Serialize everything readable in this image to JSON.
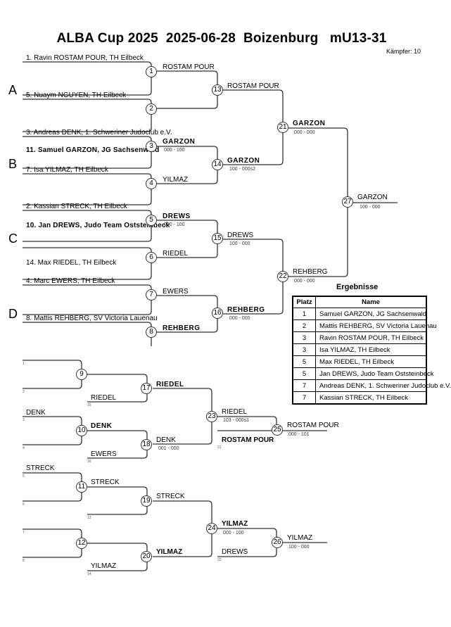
{
  "header": {
    "title": "ALBA Cup 2025  2025-06-28  Boizenburg   mU13-31",
    "kaempfer": "Kämpfer: 10"
  },
  "pools": [
    "A",
    "B",
    "C",
    "D"
  ],
  "entrants": [
    "1. Ravin ROSTAM POUR, TH Eilbeck",
    "5. Nuaym NGUYEN, TH Eilbeck",
    "3. Andreas DENK, 1. Schweriner Judoclub e.V.",
    "11. Samuel GARZON, JG Sachsenwald",
    "7. Isa YILMAZ, TH Eilbeck",
    "2. Kassian STRECK, TH Eilbeck",
    "10. Jan DREWS, Judo Team Oststeinbeck",
    "14. Max RIEDEL, TH Eilbeck",
    "4. Marc EWERS, TH Eilbeck",
    "8. Mattis REHBERG, SV Victoria Lauenau"
  ],
  "main_bracket": {
    "fights": [
      "1",
      "2",
      "3",
      "4",
      "5",
      "6",
      "7",
      "8",
      "13",
      "14",
      "15",
      "16",
      "21",
      "22",
      "27"
    ],
    "winners": {
      "f1": "ROSTAM POUR",
      "f3": "GARZON",
      "f3_score": "000 - 100",
      "f4": "YILMAZ",
      "f5": "DREWS",
      "f5_score": "000 - 100",
      "f6": "RIEDEL",
      "f7": "EWERS",
      "f8": "REHBERG",
      "f13": "ROSTAM POUR",
      "f14": "GARZON",
      "f14_score": "100 - 000s2",
      "f15": "DREWS",
      "f15_score": "100 - 000",
      "f16": "REHBERG",
      "f16_score": "000 - 000",
      "f21": "GARZON",
      "f21_score": "000 - 000",
      "f22": "REHBERG",
      "f22_score": "000 - 000",
      "f27": "GARZON",
      "f27_score": "100 - 000"
    }
  },
  "repechage": {
    "fights": [
      "9",
      "10",
      "11",
      "12",
      "17",
      "18",
      "19",
      "20",
      "23",
      "24",
      "25",
      "26"
    ],
    "slot_labels": [
      "1",
      "2",
      "3",
      "4",
      "5",
      "6",
      "7",
      "8",
      "15",
      "16",
      "13",
      "14",
      "21",
      "22"
    ],
    "names": {
      "r10_top": "DENK",
      "f10": "DENK",
      "r15": "RIEDEL",
      "r16": "EWERS",
      "f17": "RIEDEL",
      "f18": "DENK",
      "f18_score": "001 - 000",
      "f23": "RIEDEL",
      "f23_score": "103 - 000s1",
      "r21": "ROSTAM POUR",
      "f25": "ROSTAM POUR",
      "f25_score": "000 - 101",
      "r11_top": "STRECK",
      "f11": "STRECK",
      "f19": "STRECK",
      "r14": "YILMAZ",
      "f20": "YILMAZ",
      "f24": "YILMAZ",
      "f24_score": "000 - 100",
      "r22": "DREWS",
      "f26": "YILMAZ",
      "f26_score": "100 - 000"
    }
  },
  "results": {
    "title": "Ergebnisse",
    "headers": [
      "Platz",
      "Name"
    ],
    "rows": [
      {
        "platz": "1",
        "name": "Samuel GARZON, JG Sachsenwald"
      },
      {
        "platz": "2",
        "name": "Mattis REHBERG, SV Victoria Lauenau"
      },
      {
        "platz": "3",
        "name": "Ravin ROSTAM POUR, TH Eilbeck"
      },
      {
        "platz": "3",
        "name": "Isa YILMAZ, TH Eilbeck"
      },
      {
        "platz": "5",
        "name": "Max RIEDEL, TH Eilbeck"
      },
      {
        "platz": "5",
        "name": "Jan DREWS, Judo Team Oststeinbeck"
      },
      {
        "platz": "7",
        "name": "Andreas DENK, 1. Schweriner Judoclub e.V."
      },
      {
        "platz": "7",
        "name": "Kassian STRECK, TH Eilbeck"
      }
    ]
  }
}
